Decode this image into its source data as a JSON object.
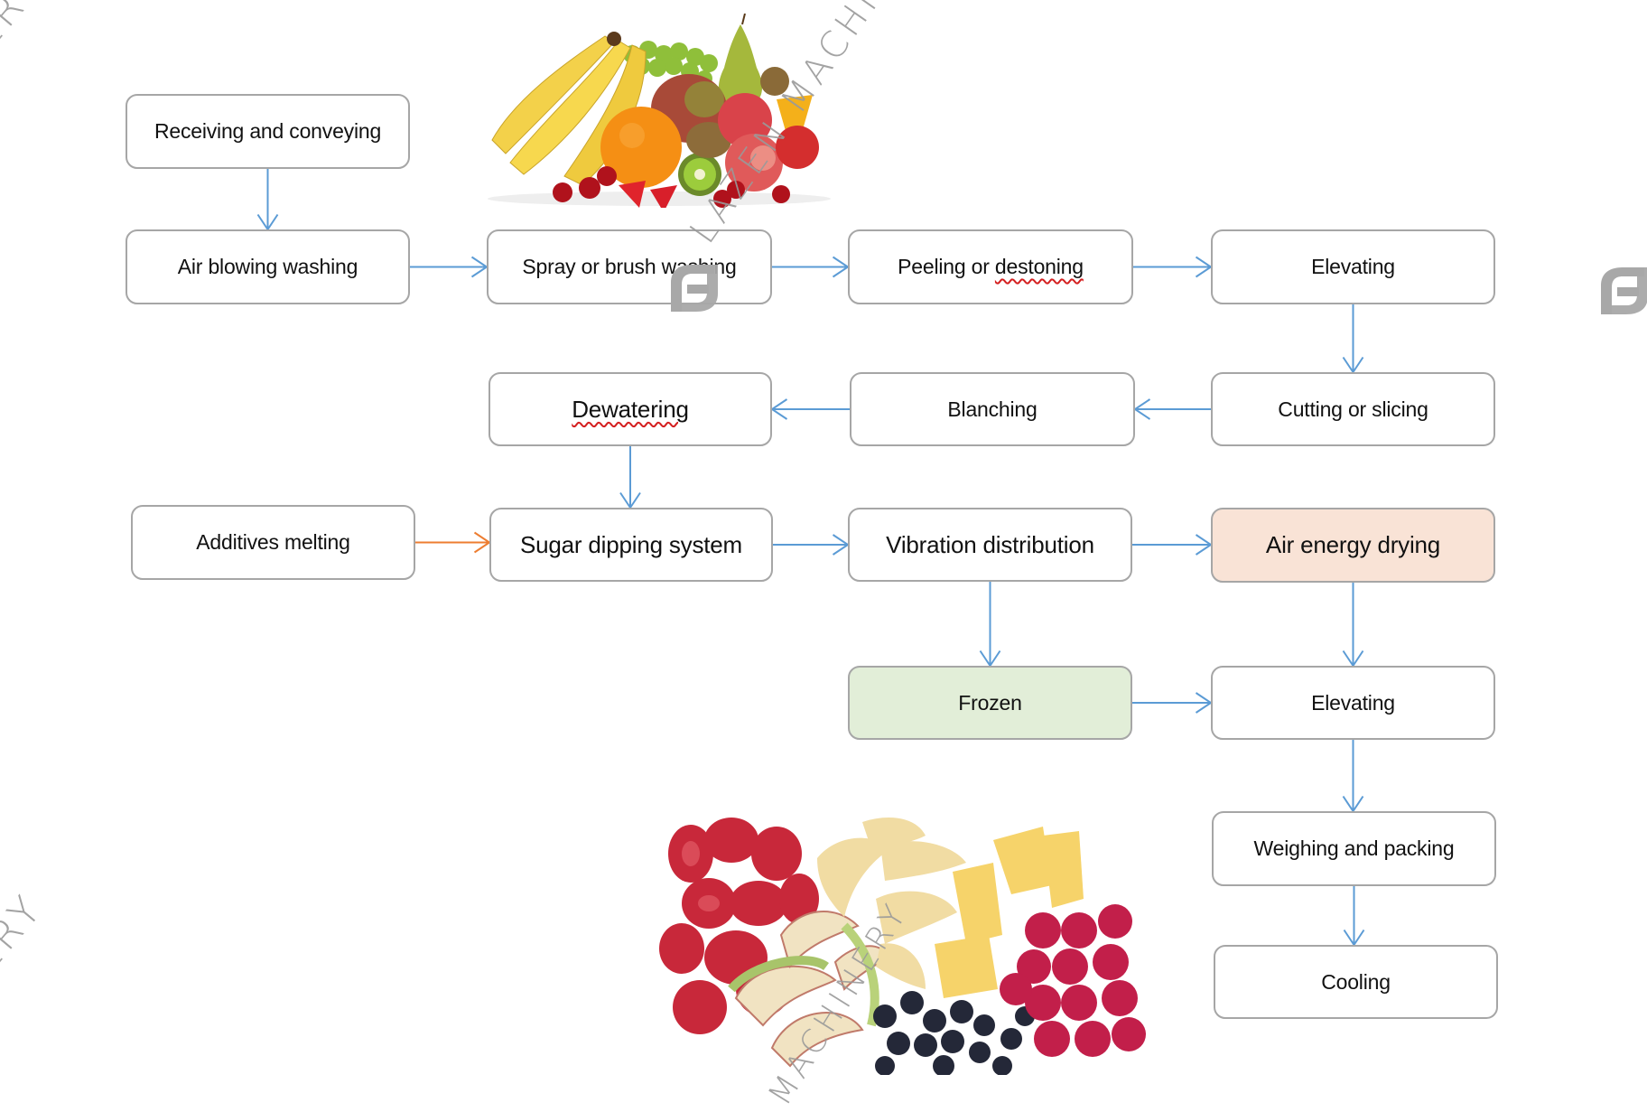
{
  "title": "Dried fruit processing flow chart",
  "colors": {
    "arrow_main": "#5b9bd5",
    "arrow_additive": "#ed7d31",
    "node_border": "#a6a6a6",
    "air_energy_fill": "#f9e3d6",
    "frozen_fill": "#e2eed8",
    "spellcheck_underline": "#d42020"
  },
  "watermark": {
    "brand": "LAZEN MACHINERY",
    "fragment_top_left": "ERY",
    "fragment_bottom_left": "ERY",
    "fragment_center": "LAZEN MACHINERY",
    "fragment_bottom_center": "MACHINERY",
    "logo_icon": "lazen-logo-icon"
  },
  "images": {
    "fresh_fruit": "fresh-fruit-assortment-image",
    "dried_fruit": "freeze-dried-fruit-assortment-image"
  },
  "nodes": [
    {
      "id": "receiving",
      "label": "Receiving and conveying"
    },
    {
      "id": "air_blowing",
      "label": "Air blowing washing"
    },
    {
      "id": "spray",
      "label": "Spray or brush washing"
    },
    {
      "id": "peeling",
      "label_pre": "Peeling or ",
      "label_spell": "destoning"
    },
    {
      "id": "elevating1",
      "label": "Elevating"
    },
    {
      "id": "cutting",
      "label": "Cutting or slicing"
    },
    {
      "id": "blanching",
      "label": "Blanching"
    },
    {
      "id": "dewatering",
      "label": "Dewatering"
    },
    {
      "id": "additives",
      "label": "Additives melting"
    },
    {
      "id": "sugar",
      "label": "Sugar dipping system"
    },
    {
      "id": "vibration",
      "label": "Vibration distribution"
    },
    {
      "id": "air_energy",
      "label": "Air energy drying"
    },
    {
      "id": "frozen",
      "label": "Frozen"
    },
    {
      "id": "elevating2",
      "label": "Elevating"
    },
    {
      "id": "weighing",
      "label": "Weighing and packing"
    },
    {
      "id": "cooling",
      "label": "Cooling"
    }
  ],
  "edges": [
    {
      "from": "receiving",
      "to": "air_blowing",
      "type": "main"
    },
    {
      "from": "air_blowing",
      "to": "spray",
      "type": "main"
    },
    {
      "from": "spray",
      "to": "peeling",
      "type": "main"
    },
    {
      "from": "peeling",
      "to": "elevating1",
      "type": "main"
    },
    {
      "from": "elevating1",
      "to": "cutting",
      "type": "main"
    },
    {
      "from": "cutting",
      "to": "blanching",
      "type": "main"
    },
    {
      "from": "blanching",
      "to": "dewatering",
      "type": "main"
    },
    {
      "from": "dewatering",
      "to": "sugar",
      "type": "main"
    },
    {
      "from": "additives",
      "to": "sugar",
      "type": "additive"
    },
    {
      "from": "sugar",
      "to": "vibration",
      "type": "main"
    },
    {
      "from": "vibration",
      "to": "air_energy",
      "type": "main"
    },
    {
      "from": "vibration",
      "to": "frozen",
      "type": "main"
    },
    {
      "from": "air_energy",
      "to": "elevating2",
      "type": "main"
    },
    {
      "from": "frozen",
      "to": "elevating2",
      "type": "main"
    },
    {
      "from": "elevating2",
      "to": "weighing",
      "type": "main"
    },
    {
      "from": "weighing",
      "to": "cooling",
      "type": "main"
    }
  ]
}
